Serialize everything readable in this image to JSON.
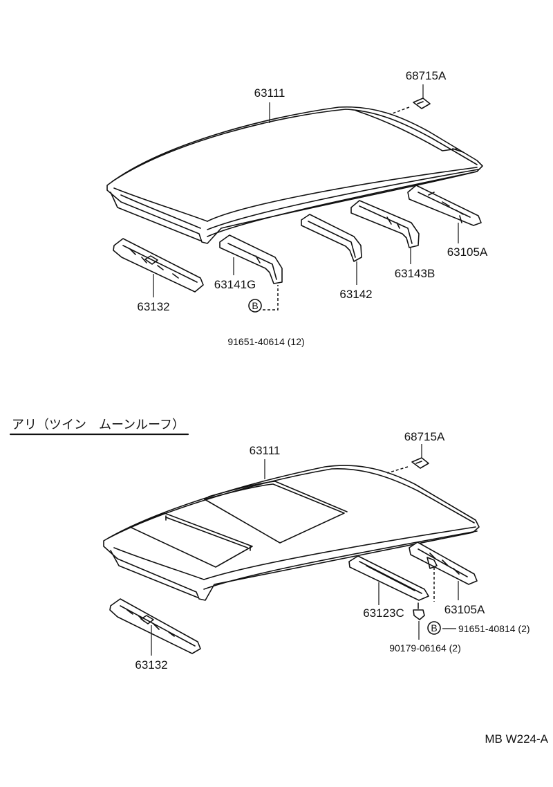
{
  "diagram": {
    "upper": {
      "roof_panel": "63111",
      "clip": "68715A",
      "rear_reinforcement": "63105A",
      "front_header_panel": "63132",
      "bow_1": "63141G",
      "bow_2": "63142",
      "bow_3": "63143B",
      "bolt_symbol": "B",
      "bolt": "91651-40614 (12)"
    },
    "section_title": "アリ（ツイン　ムーンルーフ）",
    "lower": {
      "roof_panel": "63111",
      "clip": "68715A",
      "rear_reinforcement": "63105A",
      "front_header_panel": "63132",
      "bow": "63123C",
      "bolt_symbol": "B",
      "bolt": "91651-40814 (2)",
      "nut": "90179-06164 (2)"
    },
    "figure_code": "MB W224-A"
  }
}
